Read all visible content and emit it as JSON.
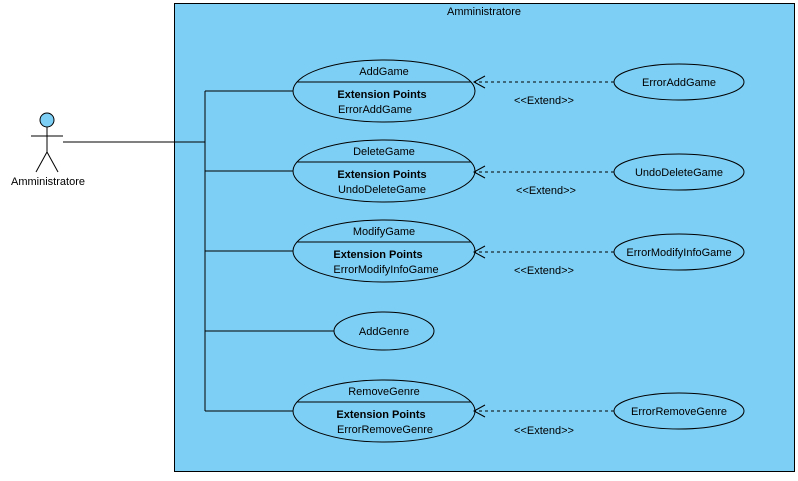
{
  "system": {
    "name": "Amministratore",
    "fill": "#7ecff5"
  },
  "actor": {
    "name": "Amministratore",
    "head_color": "#7ecff5"
  },
  "extension_points_label": "Extension Points",
  "extend_label": "<<Extend>>",
  "use_cases": [
    {
      "name": "AddGame",
      "extension_point": "ErrorAddGame",
      "extended_by": "ErrorAddGame"
    },
    {
      "name": "DeleteGame",
      "extension_point": "UndoDeleteGame",
      "extended_by": "UndoDeleteGame"
    },
    {
      "name": "ModifyGame",
      "extension_point": "ErrorModifyInfoGame",
      "extended_by": "ErrorModifyInfoGame"
    },
    {
      "name": "AddGenre"
    },
    {
      "name": "RemoveGenre",
      "extension_point": "ErrorRemoveGenre",
      "extended_by": "ErrorRemoveGenre"
    }
  ]
}
